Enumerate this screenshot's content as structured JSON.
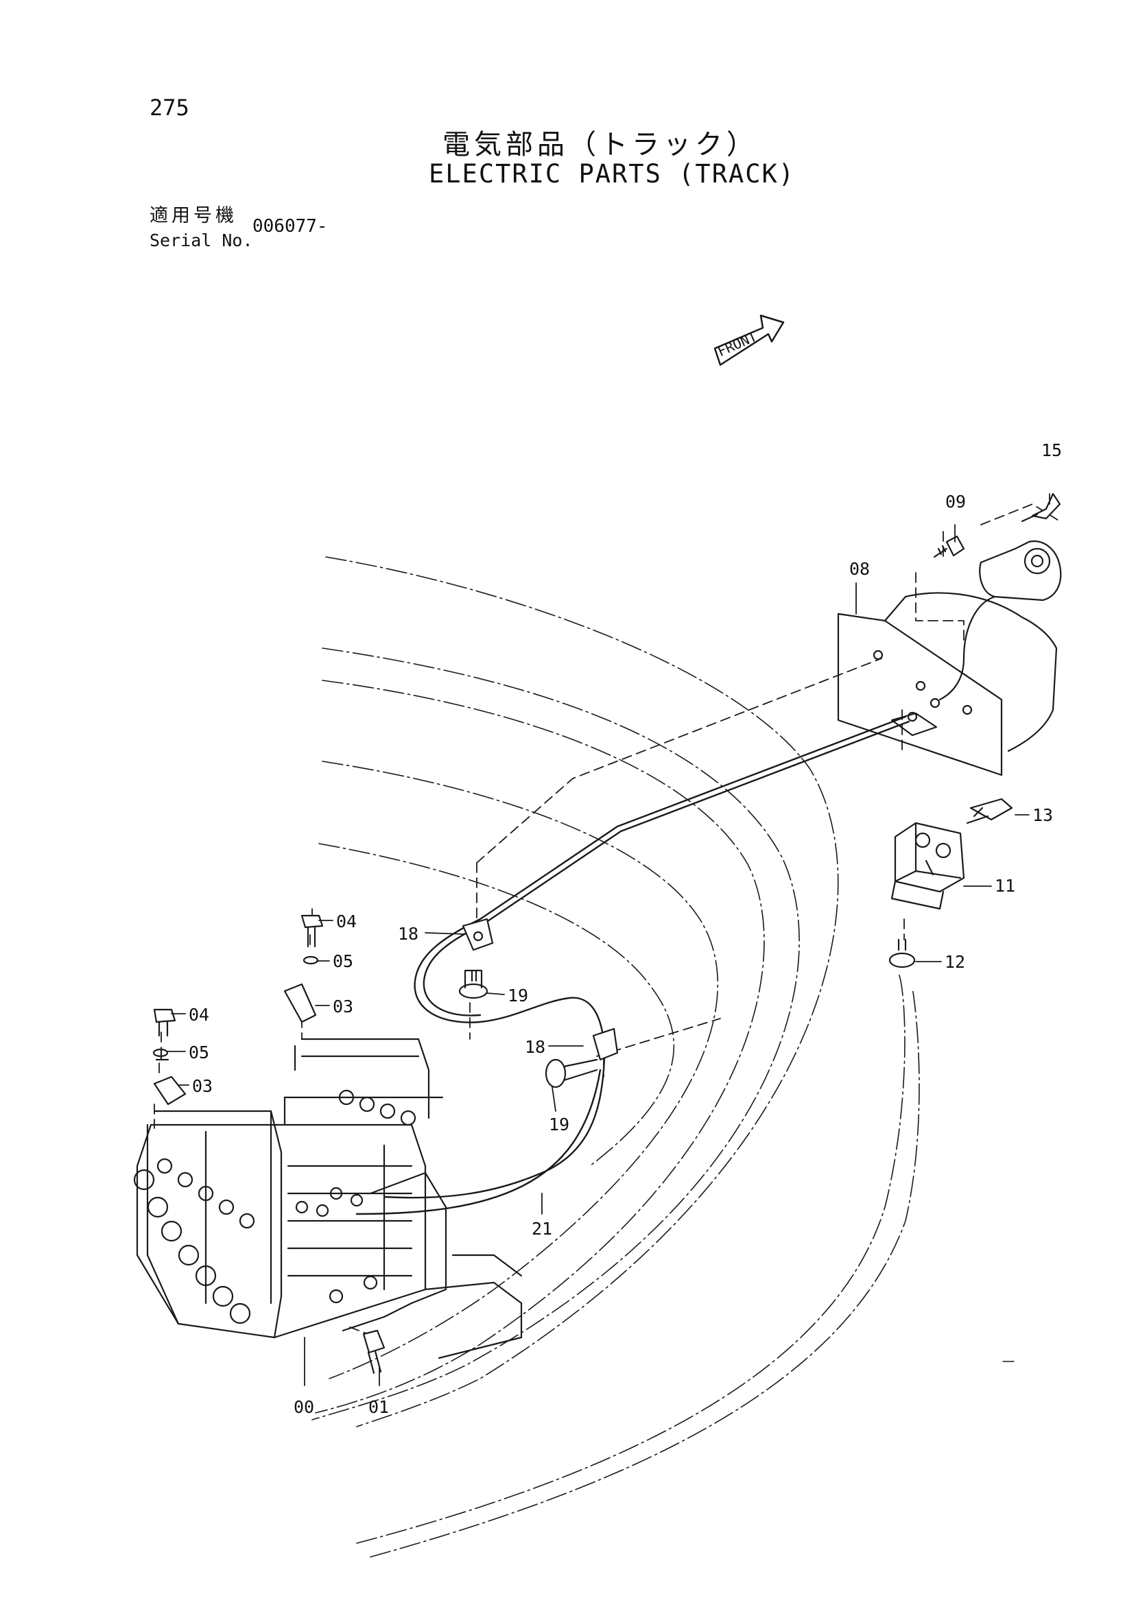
{
  "header": {
    "page_number": "275",
    "title_jp": "電気部品（トラック）",
    "title_en": "ELECTRIC PARTS (TRACK)",
    "serial_label_jp": "適用号機",
    "serial_label_en": "Serial No.",
    "serial_value": "006077-"
  },
  "diagram": {
    "front_marker": "FRONT",
    "callouts": {
      "c00": "00",
      "c01": "01",
      "c03a": "03",
      "c03b": "03",
      "c04a": "04",
      "c04b": "04",
      "c05a": "05",
      "c05b": "05",
      "c08": "08",
      "c09": "09",
      "c11": "11",
      "c12": "12",
      "c13": "13",
      "c15": "15",
      "c18a": "18",
      "c18b": "18",
      "c19a": "19",
      "c19b": "19",
      "c21": "21"
    }
  }
}
